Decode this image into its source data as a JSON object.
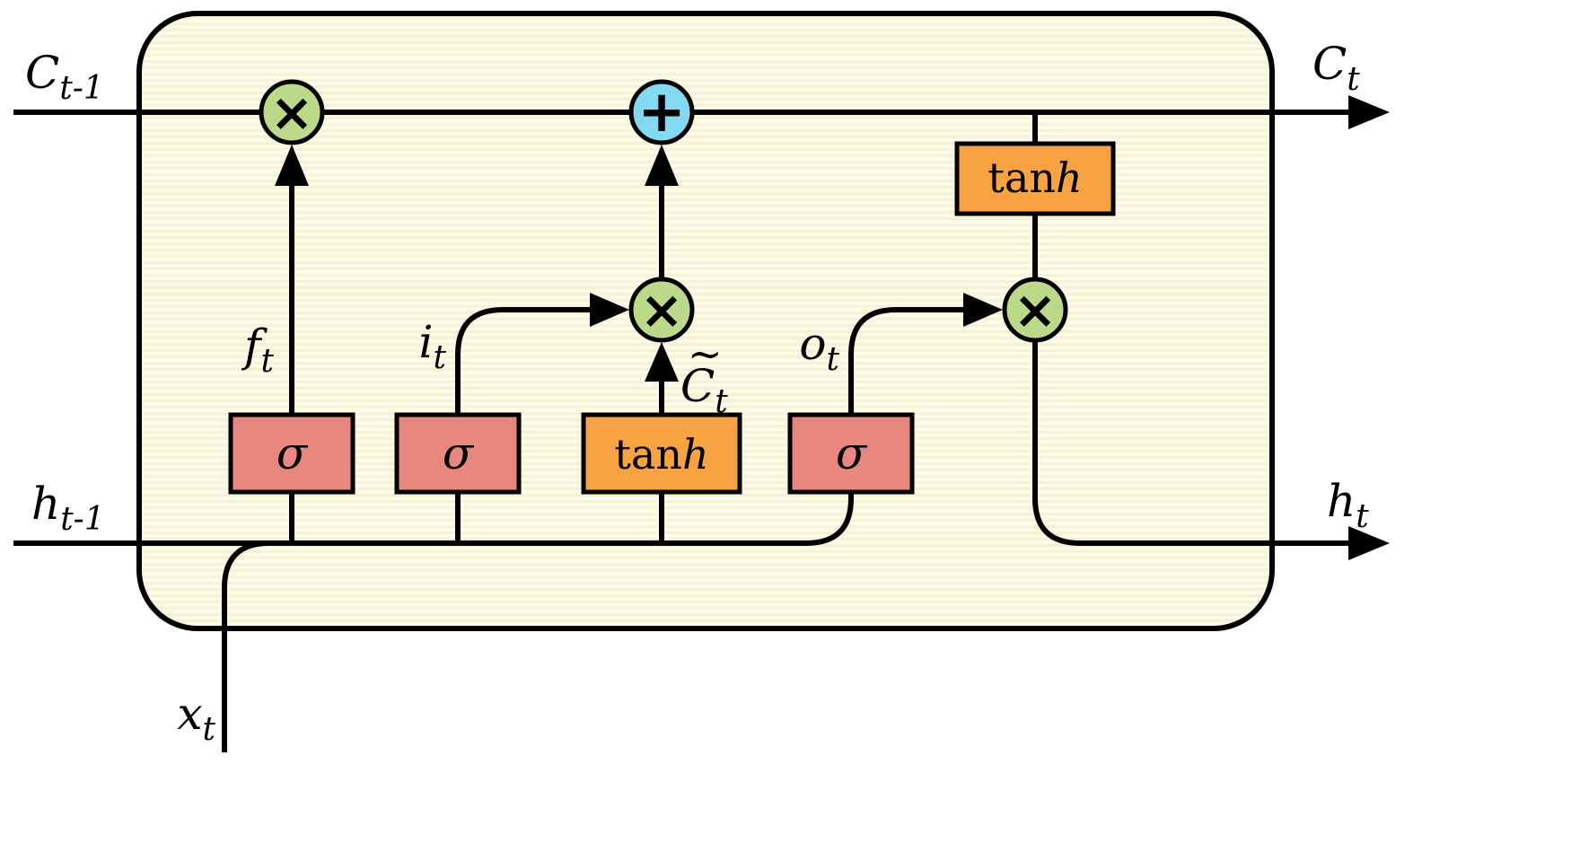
{
  "colors": {
    "cell_fill": "#FDFCE9",
    "cell_stripe": "#F5F2D7",
    "sigma_fill": "#E8877F",
    "tanh_fill": "#F9A242",
    "multiply_fill": "#BCD98A",
    "add_fill": "#82D9F1"
  },
  "labels": {
    "c_prev": {
      "main": "C",
      "sub": "t-1"
    },
    "c_next": {
      "main": "C",
      "sub": "t"
    },
    "h_prev": {
      "main": "h",
      "sub": "t-1"
    },
    "h_next": {
      "main": "h",
      "sub": "t"
    },
    "x_in": {
      "main": "x",
      "sub": "t"
    },
    "f_gate": {
      "main": "f",
      "sub": "t"
    },
    "i_gate": {
      "main": "i",
      "sub": "t"
    },
    "o_gate": {
      "main": "o",
      "sub": "t"
    },
    "c_tilde": {
      "tilde": "~",
      "main": "C",
      "sub": "t"
    }
  },
  "gates": {
    "sigma": "σ",
    "tanh_roman": "tan",
    "tanh_italic": "h"
  },
  "operators": {
    "multiply": "×",
    "add": "+"
  }
}
